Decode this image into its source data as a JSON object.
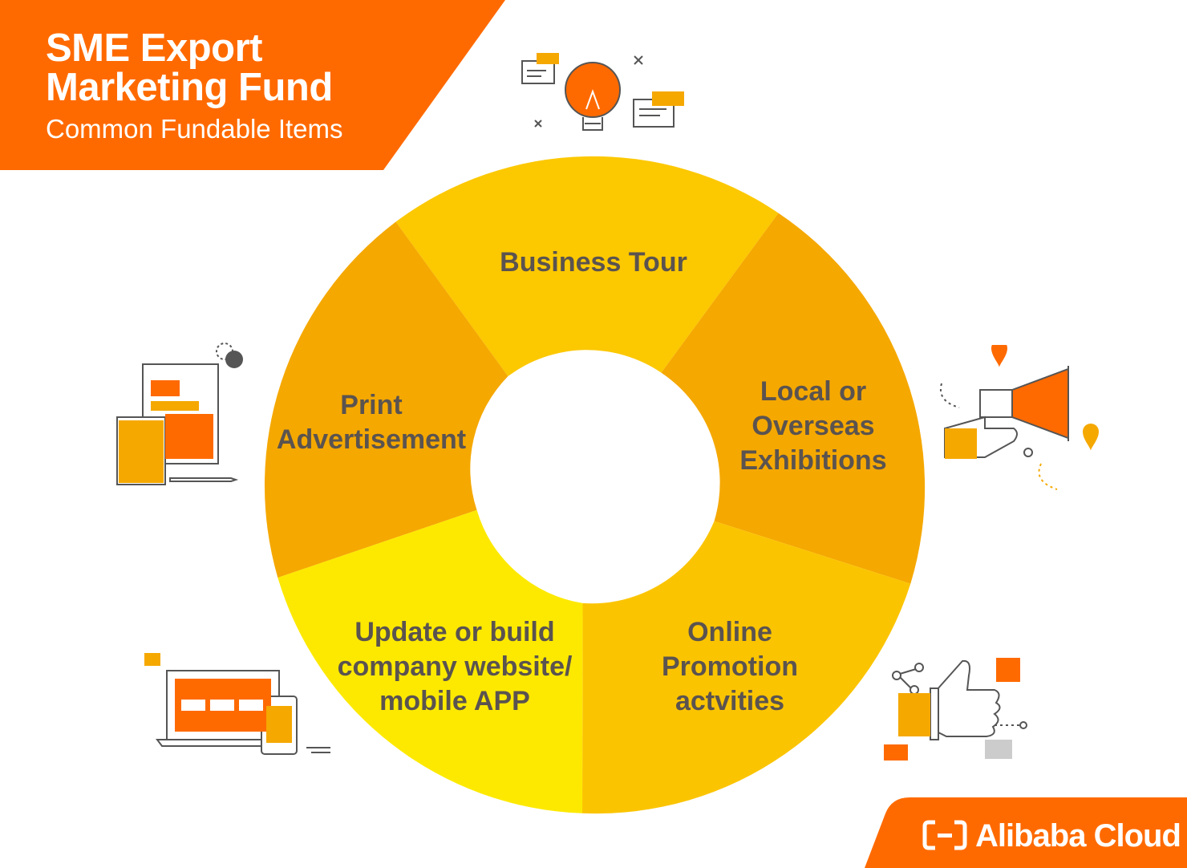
{
  "header": {
    "title_line1": "SME Export",
    "title_line2": "Marketing Fund",
    "subtitle": "Common Fundable Items"
  },
  "segments": [
    {
      "label": "Business Tour",
      "color": "#fcc800"
    },
    {
      "label": "Local or\nOverseas\nExhibitions",
      "color": "#f5a800"
    },
    {
      "label": "Online\nPromotion\nactvities",
      "color": "#fbc400"
    },
    {
      "label": "Update or build\ncompany website/\nmobile APP",
      "color": "#fde900"
    },
    {
      "label": "Print\nAdvertisement",
      "color": "#f5a800"
    }
  ],
  "icons": [
    {
      "name": "lightbulb-icon"
    },
    {
      "name": "megaphone-icon"
    },
    {
      "name": "thumbs-up-icon"
    },
    {
      "name": "laptop-phone-icon"
    },
    {
      "name": "print-layout-icon"
    }
  ],
  "brand": {
    "name": "Alibaba Cloud"
  },
  "colors": {
    "accent": "#ff6a00",
    "text": "#5a5350"
  }
}
